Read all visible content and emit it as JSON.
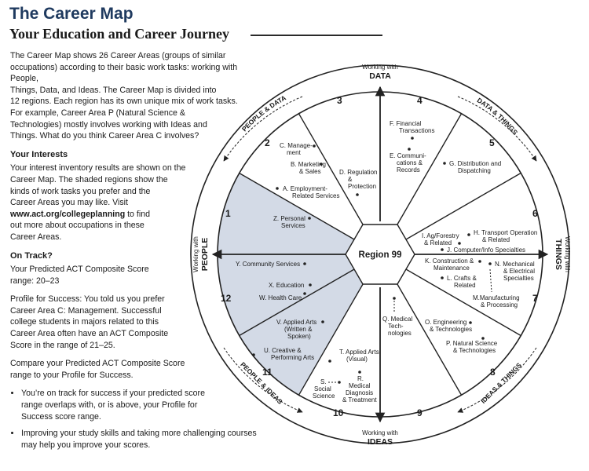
{
  "header": {
    "title": "The Career Map",
    "subtitle": "Your Education and Career Journey"
  },
  "intro": {
    "line1": "The Career Map shows 26 Career Areas (groups of similar",
    "line2": "occupations) according to their basic work tasks: working with People,",
    "line3": "Things, Data, and Ideas. The Career Map is divided into",
    "line4": "12 regions. Each region has its own unique mix of work tasks.",
    "line5": "For example, Career Area P (Natural Science &",
    "line6": "Technologies) mostly involves working with Ideas and",
    "line7": "Things. What do you think Career Area C involves?"
  },
  "interests": {
    "heading": "Your Interests",
    "line1": "Your interest inventory results are shown on the",
    "line2": "Career Map. The shaded regions show the",
    "line3": "kinds of work tasks you prefer and the",
    "line4": "Career Areas you may like. Visit",
    "link": "www.act.org/collegeplanning",
    "line5": " to find",
    "line6": "out more about occupations in these",
    "line7": "Career Areas."
  },
  "on_track": {
    "heading": "On Track?",
    "p1_line1": "Your Predicted ACT Composite Score",
    "p1_line2": "range: 20–23",
    "p2_line1": "Profile for Success: You told us you prefer",
    "p2_line2": "Career Area C: Management. Successful",
    "p2_line3": "college students in majors related to this",
    "p2_line4": "Career Area often have an ACT Composite",
    "p2_line5": "Score in the range of 21–25.",
    "p3_line1": "Compare your Predicted ACT Composite Score",
    "p3_line2": "range to your Profile for Success.",
    "bullet1_line1": "You’re on track for success if your predicted score",
    "bullet1_line2": "range overlaps with, or is above, your Profile for",
    "bullet1_line3": "Success score range.",
    "bullet2_line1": "Improving your study skills and taking more challenging courses",
    "bullet2_line2": "may help you improve your scores."
  },
  "map": {
    "center_label": "Region 99",
    "shade_color": "#d3dae6",
    "outer": {
      "data_small": "Working with",
      "data_big": "DATA",
      "ideas_small": "Working with",
      "ideas_big": "IDEAS",
      "people_small": "Working with",
      "people_big": "PEOPLE",
      "things_small": "Working with",
      "things_big": "THINGS",
      "people_data": "PEOPLE & DATA",
      "data_things": "DATA & THINGS",
      "people_ideas": "PEOPLE & IDEAS",
      "ideas_things": "IDEAS & THINGS"
    },
    "regions": [
      "1",
      "2",
      "3",
      "4",
      "5",
      "6",
      "7",
      "8",
      "9",
      "10",
      "11",
      "12"
    ],
    "areas": {
      "a1": "A. Employment-",
      "a2": "Related Services",
      "b1": "B. Marketing",
      "b2": "& Sales",
      "c1": "C. Manage-",
      "c2": "ment",
      "d1": "D. Regulation",
      "d2": "&",
      "d3": "Protection",
      "e1": "E. Communi-",
      "e2": "cations &",
      "e3": "Records",
      "f1": "F. Financial",
      "f2": "Transactions",
      "g1": "G. Distribution and",
      "g2": "Dispatching",
      "h1": "H. Transport Operation",
      "h2": "& Related",
      "i1": "I. Ag/Forestry",
      "i2": "& Related",
      "j1": "J. Computer/Info Specialties",
      "k1": "K. Construction &",
      "k2": "Maintenance",
      "l1": "L. Crafts &",
      "l2": "Related",
      "m1": "M.Manufacturing",
      "m2": "& Processing",
      "n1": "N. Mechanical",
      "n2": "& Electrical",
      "n3": "Specialties",
      "o1": "O. Engineering",
      "o2": "& Technologies",
      "p1": "P. Natural Science",
      "p2": "& Technologies",
      "q1": "Q. Medical",
      "q2": "Tech-",
      "q3": "nologies",
      "r1": "R.",
      "r2": "Medical",
      "r3": "Diagnosis",
      "r4": "& Treatment",
      "s1": "S.",
      "s2": "Social",
      "s3": "Science",
      "t1": "T. Applied Arts",
      "t2": "(Visual)",
      "u1": "U. Creative &",
      "u2": "Performing Arts",
      "v1": "V. Applied Arts",
      "v2": "(Written &",
      "v3": "Spoken)",
      "w1": "W. Health Care",
      "x1": "X. Education",
      "y1": "Y. Community Services",
      "z1": "Z. Personal",
      "z2": "Services"
    }
  }
}
